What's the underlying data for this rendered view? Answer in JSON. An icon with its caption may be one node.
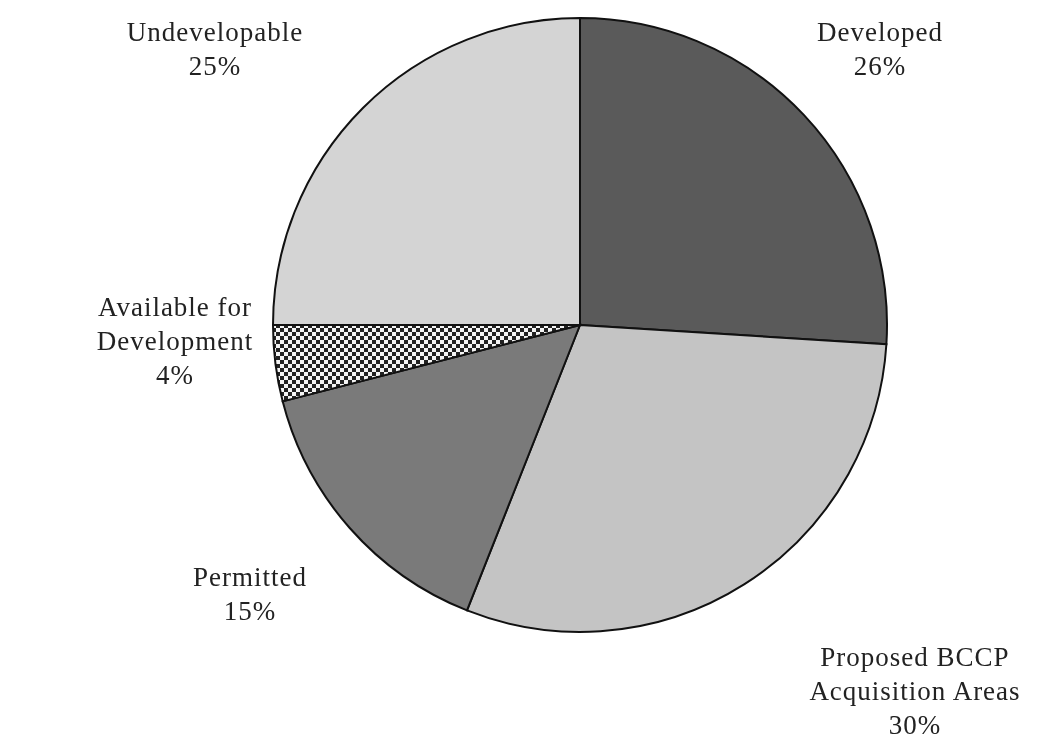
{
  "diagram": {
    "chart_data": {
      "type": "pie",
      "categories": [
        "Developed",
        "Proposed BCCP Acquisition Areas",
        "Permitted",
        "Available for Development",
        "Undevelopable"
      ],
      "values": [
        26,
        30,
        15,
        4,
        25
      ],
      "value_labels": [
        "26%",
        "30%",
        "15%",
        "4%",
        "25%"
      ]
    }
  }
}
